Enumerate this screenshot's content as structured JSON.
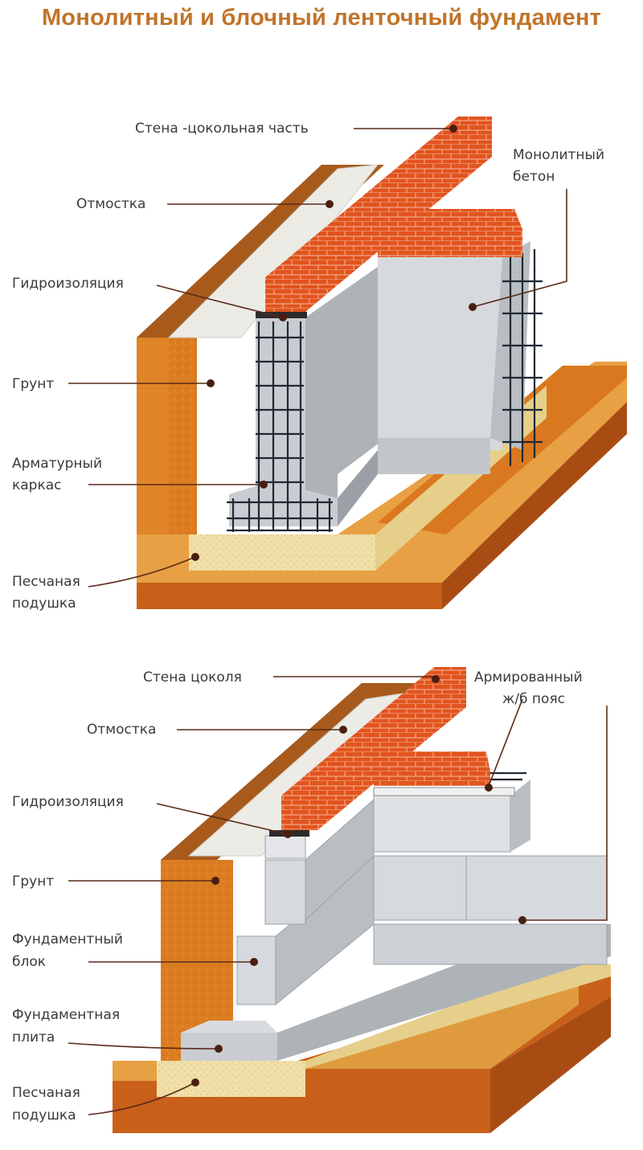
{
  "title": "Монолитный и блочный ленточный фундамент",
  "colors": {
    "title": "#c0742a",
    "soil_top": "#a85a1c",
    "soil_front": "#d9781f",
    "soil_light": "#e8a044",
    "sand": "#f0dfa8",
    "concrete": "#c9cdd2",
    "concrete_dark": "#9aa0a6",
    "brick": "#e2541e",
    "blind_area": "#ecebe6",
    "leader": "#5a2a1a"
  },
  "top_diagram": {
    "labels": {
      "wall": "Стена -цокольная часть",
      "blind_area": "Отмостка",
      "waterproofing": "Гидроизоляция",
      "soil": "Грунт",
      "rebar_1": "Арматурный",
      "rebar_2": "каркас",
      "sand_1": "Песчаная",
      "sand_2": "подушка",
      "concrete_1": "Монолитный",
      "concrete_2": "бетон"
    }
  },
  "bottom_diagram": {
    "labels": {
      "wall": "Стена цоколя",
      "blind_area": "Отмостка",
      "waterproofing": "Гидроизоляция",
      "soil": "Грунт",
      "block_1": "Фундаментный",
      "block_2": "блок",
      "slab_1": "Фундаментная",
      "slab_2": "плита",
      "sand_1": "Песчаная",
      "sand_2": "подушка",
      "belt_1": "Армированный",
      "belt_2": "ж/б пояс"
    }
  }
}
